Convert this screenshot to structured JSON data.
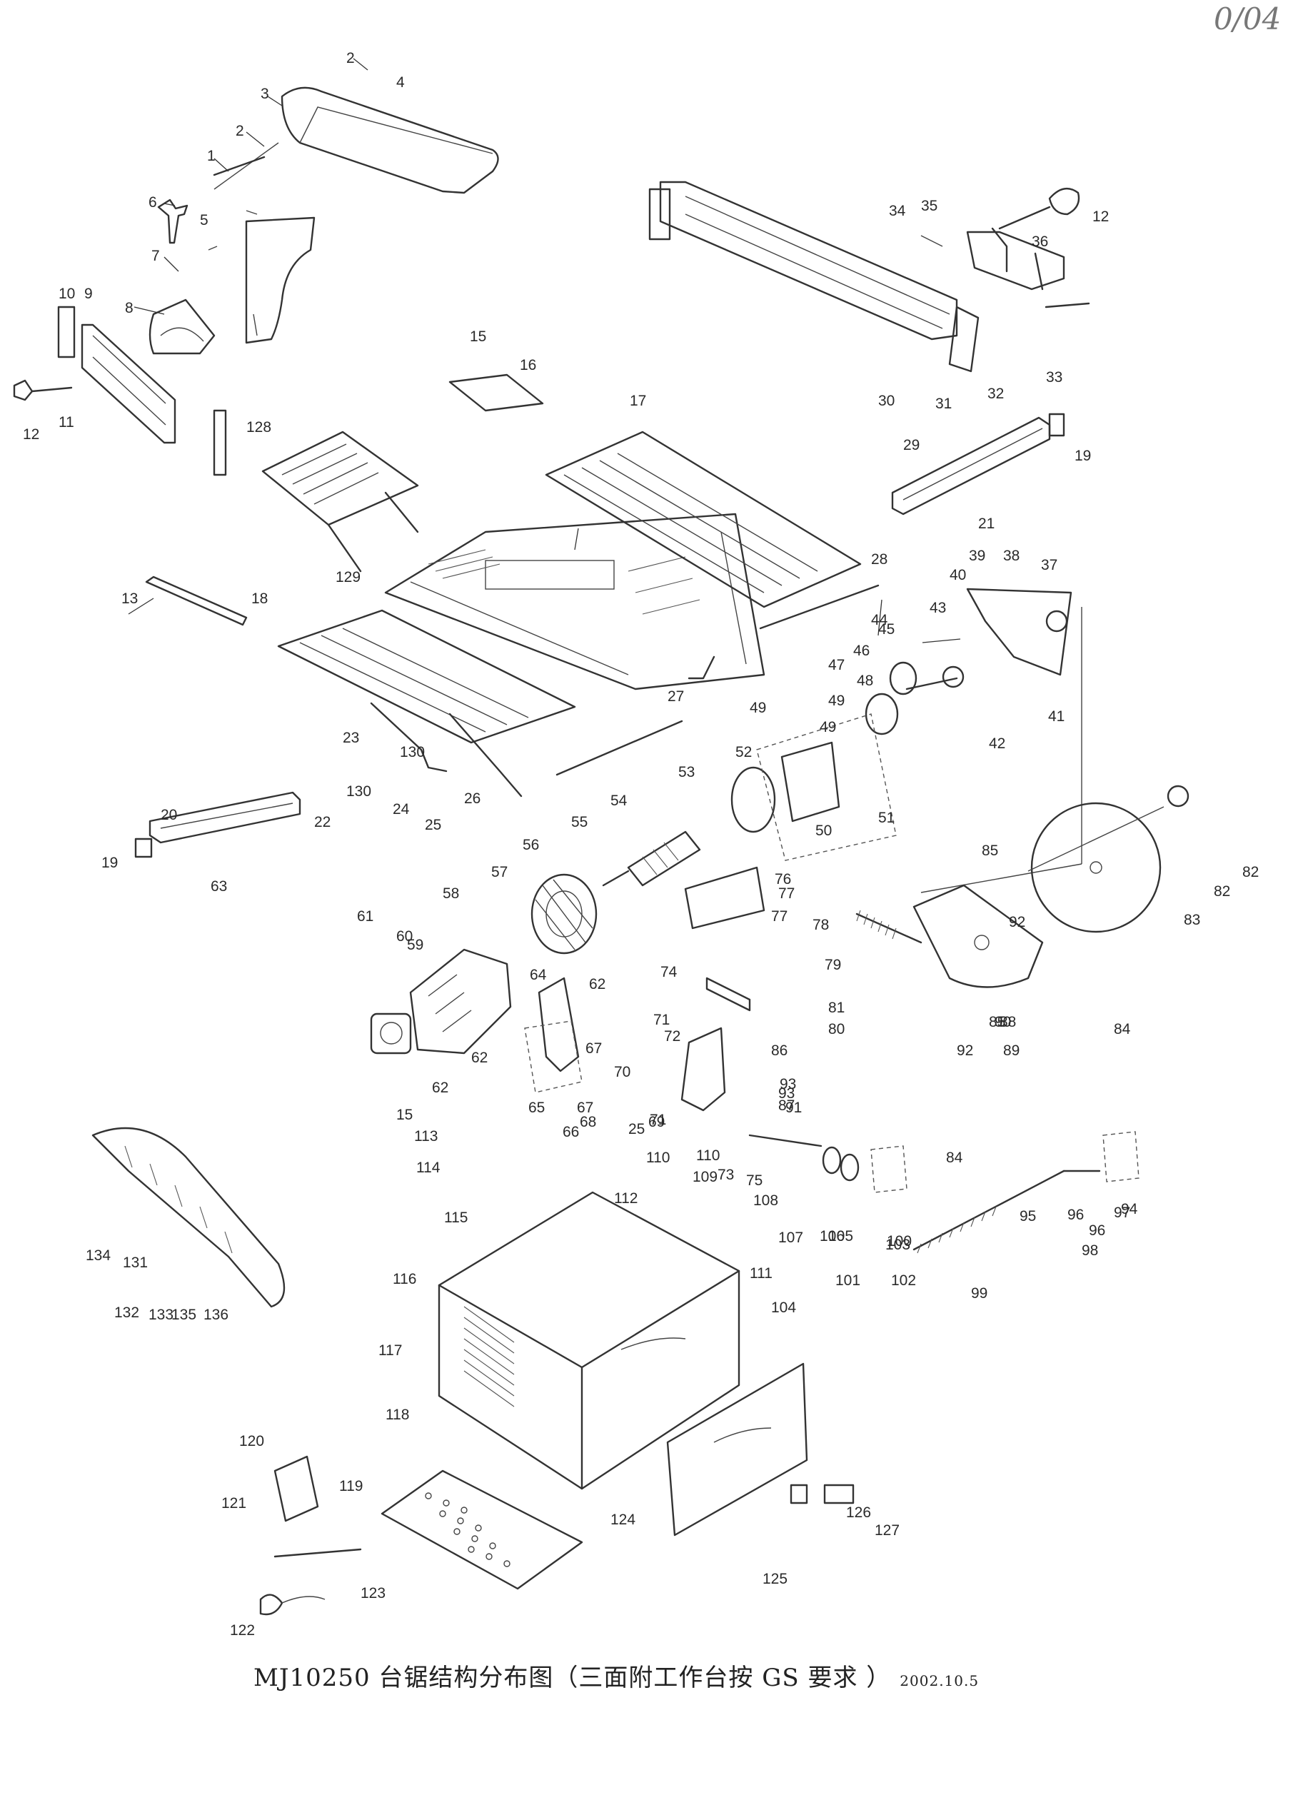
{
  "caption": {
    "title": "MJ10250 台锯结构分布图（三面附工作台按 GS 要求 ）",
    "date": "2002.10.5"
  },
  "handwritten_note": "0/04",
  "part_labels": [
    "1",
    "2",
    "2",
    "3",
    "4",
    "5",
    "6",
    "7",
    "8",
    "9",
    "10",
    "11",
    "12",
    "13",
    "15",
    "15",
    "16",
    "17",
    "18",
    "19",
    "19",
    "20",
    "21",
    "22",
    "23",
    "24",
    "25",
    "25",
    "26",
    "27",
    "28",
    "29",
    "30",
    "31",
    "32",
    "33",
    "34",
    "35",
    "36",
    "12",
    "37",
    "38",
    "39",
    "40",
    "41",
    "42",
    "43",
    "44",
    "45",
    "46",
    "47",
    "48",
    "49",
    "49",
    "49",
    "50",
    "51",
    "52",
    "53",
    "54",
    "55",
    "56",
    "57",
    "58",
    "59",
    "60",
    "61",
    "62",
    "62",
    "62",
    "63",
    "64",
    "65",
    "66",
    "67",
    "67",
    "68",
    "69",
    "70",
    "71",
    "71",
    "72",
    "73",
    "74",
    "75",
    "76",
    "77",
    "77",
    "78",
    "79",
    "80",
    "81",
    "82",
    "82",
    "83",
    "84",
    "84",
    "85",
    "85",
    "86",
    "87",
    "88",
    "89",
    "90",
    "91",
    "92",
    "92",
    "93",
    "93",
    "94",
    "95",
    "96",
    "96",
    "97",
    "98",
    "99",
    "100",
    "101",
    "102",
    "103",
    "104",
    "105",
    "106",
    "107",
    "108",
    "109",
    "110",
    "110",
    "111",
    "112",
    "113",
    "114",
    "115",
    "116",
    "117",
    "118",
    "119",
    "120",
    "121",
    "122",
    "123",
    "124",
    "125",
    "126",
    "127",
    "128",
    "129",
    "130",
    "130",
    "131",
    "132",
    "133",
    "134",
    "135",
    "136"
  ]
}
